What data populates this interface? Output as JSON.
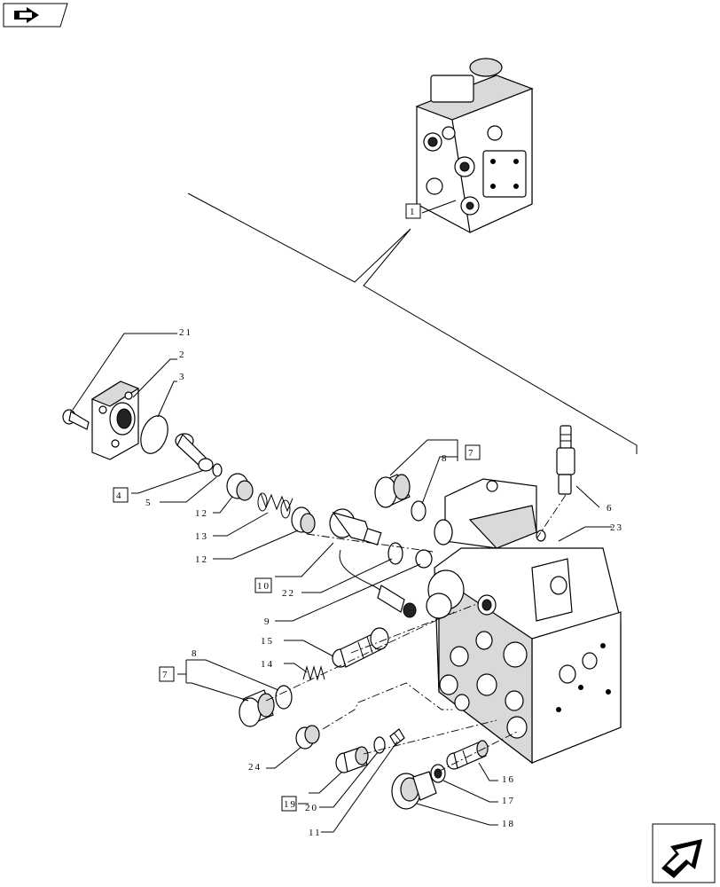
{
  "icons": {
    "top_left": "back-arrow-icon",
    "bottom_right": "next-page-arrow-icon"
  },
  "callouts": {
    "c1": "1",
    "c2": "2",
    "c3": "3",
    "c4": "4",
    "c5": "5",
    "c6": "6",
    "c7a": "7",
    "c7b": "7",
    "c8a": "8",
    "c8b": "8",
    "c9": "9",
    "c10": "10",
    "c11": "11",
    "c12a": "12",
    "c12b": "12",
    "c13": "13",
    "c14": "14",
    "c15": "15",
    "c16": "16",
    "c17": "17",
    "c18": "18",
    "c19": "19",
    "c20": "20",
    "c21": "21",
    "c22": "22",
    "c23": "23",
    "c24": "24"
  }
}
